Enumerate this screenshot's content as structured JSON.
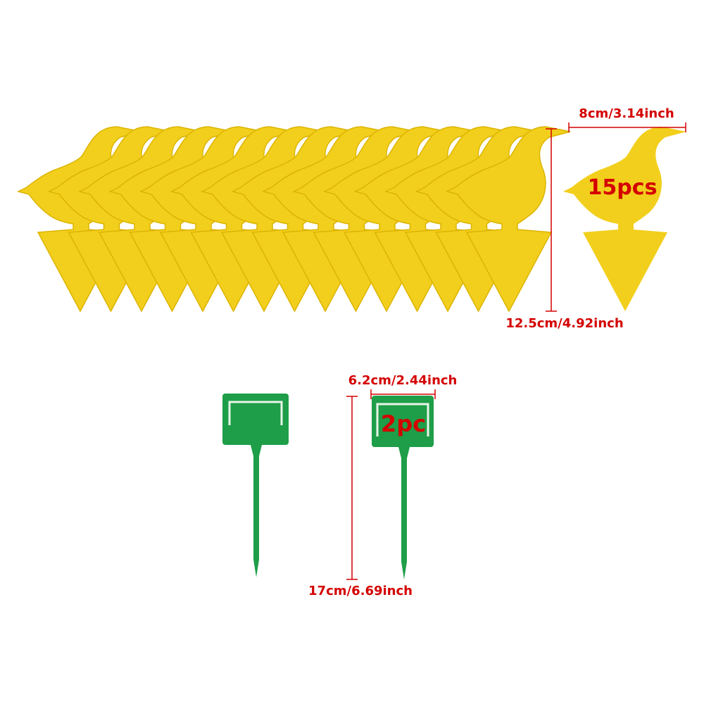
{
  "colors": {
    "trap_yellow": "#f2cf1c",
    "trap_shadow": "#dcb400",
    "stake_green": "#1e9e48",
    "stake_highlight": "#e8f5e9",
    "dimension_red": "#d40000",
    "background": "#ffffff"
  },
  "yellow_traps": {
    "count_label": "15pcs",
    "stack_count": 15,
    "width_label": "8cm/3.14inch",
    "height_label": "12.5cm/4.92inch",
    "icon": "bird-shaped-sticky-trap-icon"
  },
  "green_stakes": {
    "count_label": "2pc",
    "width_label": "6.2cm/2.44inch",
    "height_label": "17cm/6.69inch",
    "icon": "plant-label-stake-icon"
  }
}
